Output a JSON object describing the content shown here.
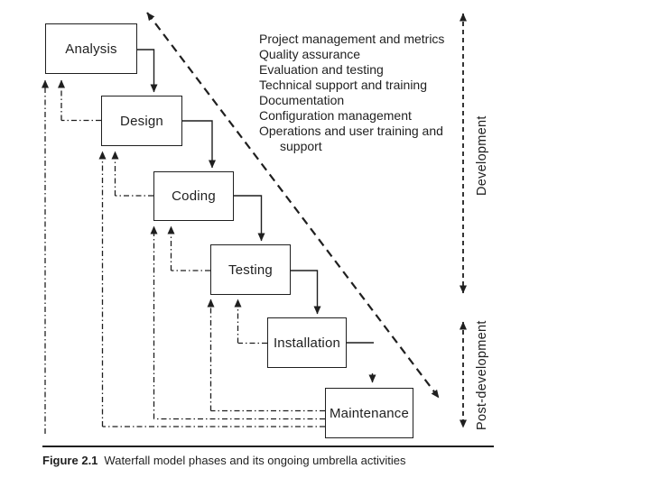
{
  "phases": [
    {
      "label": "Analysis"
    },
    {
      "label": "Design"
    },
    {
      "label": "Coding"
    },
    {
      "label": "Testing"
    },
    {
      "label": "Installation"
    },
    {
      "label": "Maintenance"
    }
  ],
  "umbrella": {
    "lines": [
      "Project management and metrics",
      "Quality assurance",
      "Evaluation and testing",
      "Technical support and training",
      "Documentation",
      "Configuration management",
      "Operations and user training and",
      "support"
    ]
  },
  "spans": {
    "development": "Development",
    "post_development": "Post-development"
  },
  "caption": {
    "label": "Figure 2.1",
    "text": "Waterfall model phases and its ongoing umbrella activities"
  },
  "colors": {
    "ink": "#1f1f1f",
    "background": "#ffffff"
  }
}
